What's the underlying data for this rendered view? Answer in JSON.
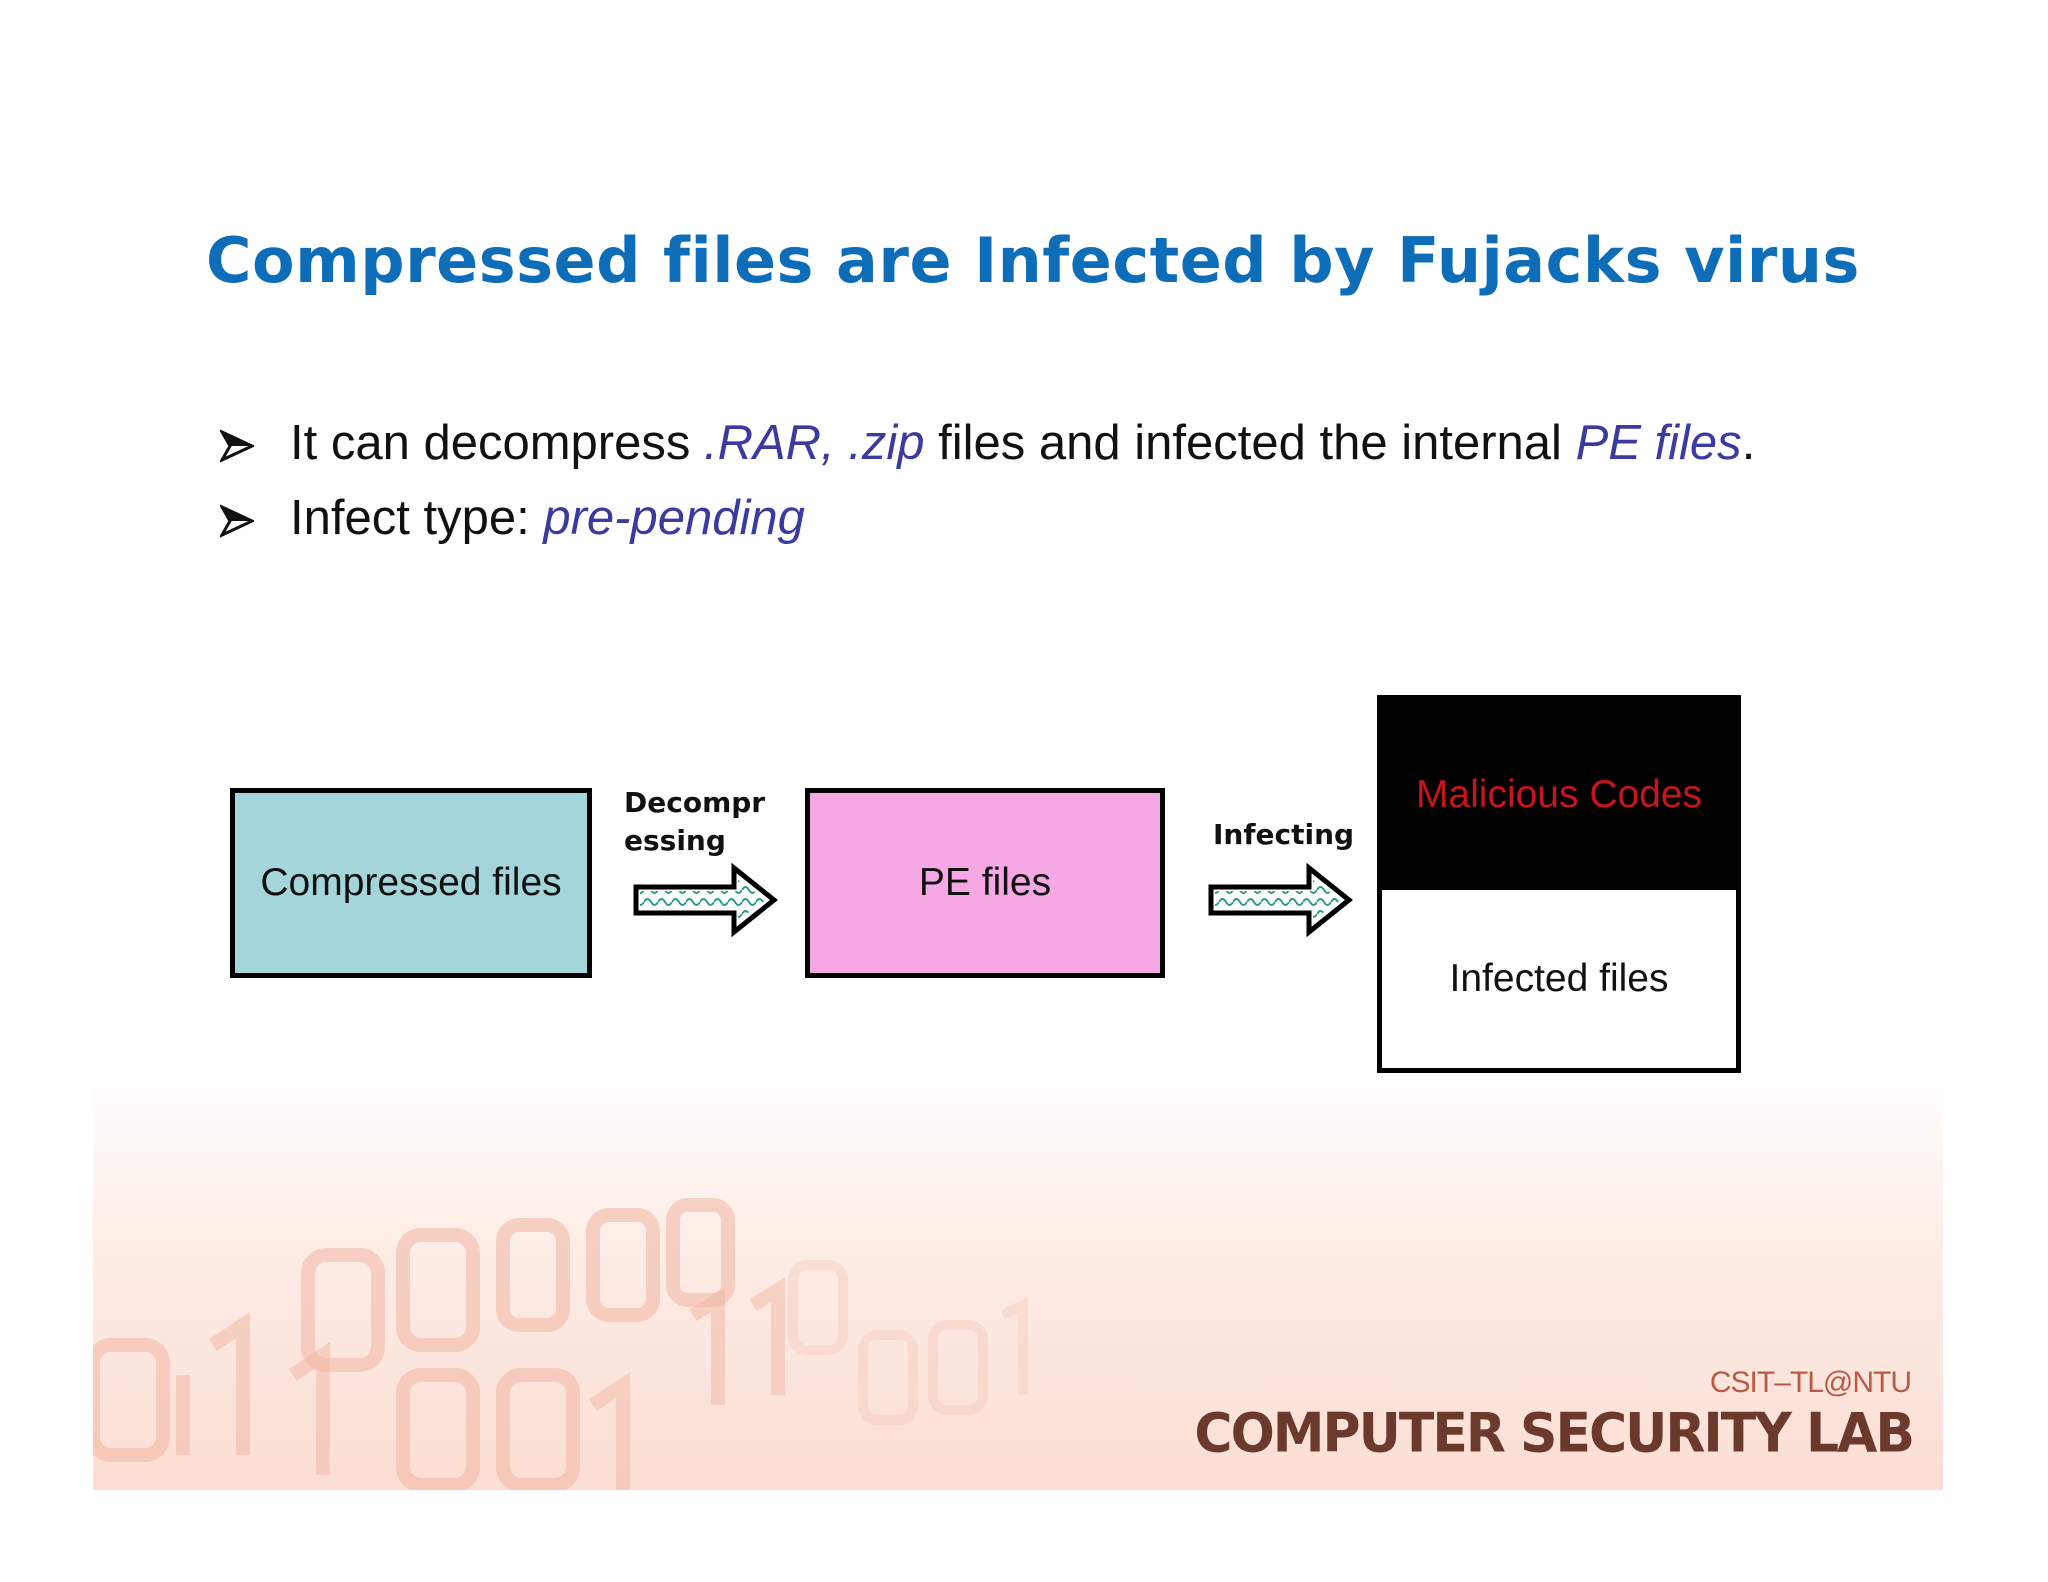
{
  "slide": {
    "title": "Compressed files are Infected by Fujacks virus",
    "bullets": [
      {
        "parts": [
          {
            "text": "It can  decompress ",
            "accent": false
          },
          {
            "text": ".RAR, .zip",
            "accent": true
          },
          {
            "text": " files and infected the internal ",
            "accent": false
          },
          {
            "text": "PE files",
            "accent": true
          },
          {
            "text": ".",
            "accent": false
          }
        ]
      },
      {
        "parts": [
          {
            "text": "Infect type: ",
            "accent": false
          },
          {
            "text": "pre-pending",
            "accent": true
          }
        ]
      }
    ],
    "bullet_marker_icon": "arrowhead-bullet-icon"
  },
  "diagram": {
    "compressed_label": "Compressed files",
    "decompress_label_line1": "Decompr",
    "decompress_label_line2": "essing",
    "pe_label": "PE files",
    "infecting_label": "Infecting",
    "malicious_label": "Malicious Codes",
    "infected_label": "Infected files",
    "colors": {
      "compressed_fill": "#a3d5da",
      "pe_fill": "#f5a8e4",
      "malicious_fill": "#000000",
      "malicious_text": "#c8141e",
      "arrow_pattern": "#2a9c8a"
    }
  },
  "footer": {
    "tag": "CSIT–TL@NTU",
    "logo_text": "COMPUTER SECURITY LAB"
  },
  "colors": {
    "title": "#0d6db8",
    "accent": "#3b3aa0"
  }
}
